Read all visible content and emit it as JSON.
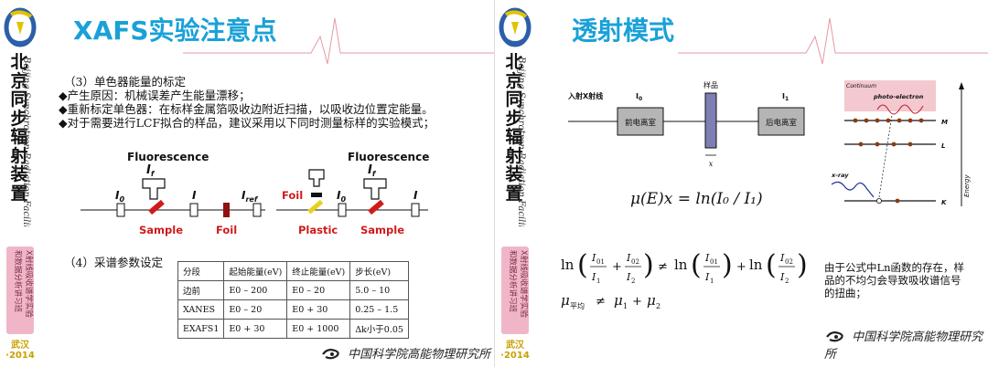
{
  "left": {
    "title": "XAFS实验注意点",
    "sidebar_chars": [
      "北",
      "京",
      "同",
      "步",
      "辐",
      "射",
      "装",
      "置"
    ],
    "sidebar_script": [
      "Beijing",
      "Synchrotron",
      "Radiation",
      "Facility"
    ],
    "pink_text": "X射线吸收谱学实验和数据分析讲习班",
    "wuhan": "武汉·2014",
    "section3_title": "（3）单色器能量的标定",
    "bullets": [
      "◆产生原因：机械误差产生能量漂移；",
      "◆重新标定单色器：在标样金属箔吸收边附近扫描，以吸收边位置定能量。",
      "◆对于需要进行LCF拟合的样品，建议采用以下同时测量标样的实验模式；"
    ],
    "diagram1": {
      "fluorescence": "Fluorescence",
      "If": "I",
      "If_sub": "f",
      "I0": "I",
      "I0_sub": "0",
      "I": "I",
      "Iref": "I",
      "Iref_sub": "ref",
      "sample": "Sample",
      "foil": "Foil"
    },
    "diagram2": {
      "foil": "Foil",
      "plastic": "Plastic",
      "fluorescence": "Fluorescence",
      "If": "I",
      "If_sub": "f",
      "I0": "I",
      "I0_sub": "0",
      "I": "I",
      "sample": "Sample"
    },
    "section4_title": "（4）采谱参数设定",
    "table": {
      "headers": [
        "分段",
        "起始能量(eV)",
        "终止能量(eV)",
        "步长(eV)"
      ],
      "rows": [
        [
          "边前",
          "E0 – 200",
          "E0 – 20",
          "5.0 – 10"
        ],
        [
          "XANES",
          "E0 – 20",
          "E0 + 30",
          "0.25 – 1.5"
        ],
        [
          "EXAFS1",
          "E0 + 30",
          "E0 + 1000",
          "Δk小于0.05"
        ]
      ]
    },
    "footer": "中国科学院高能物理研究所"
  },
  "right": {
    "title": "透射模式",
    "sidebar_chars": [
      "北",
      "京",
      "同",
      "步",
      "辐",
      "射",
      "装",
      "置"
    ],
    "pink_text": "X射线吸收谱学实验和数据分析讲习班",
    "wuhan": "武汉·2014",
    "beam_label": "入射X射线",
    "I0_label": "I",
    "I0_sub": "0",
    "front_chamber": "前电离室",
    "sample_label": "样品",
    "I1_label": "I",
    "I1_sub": "1",
    "back_chamber": "后电离室",
    "x_label": "x",
    "formula_main": "μ(E)x = ln(I₀ / I₁)",
    "energy": {
      "continuum": "Continuum",
      "photo_electron": "photo-electron",
      "M": "M",
      "L": "L",
      "K": "K",
      "xray": "x-ray",
      "energy": "Energy"
    },
    "ineq1": "≠",
    "ineq2": "≠",
    "mu_avg_sub": "平均",
    "note": "由于公式中Ln函数的存在，样品的不均匀会导致吸收谱信号的扭曲；",
    "footer": "中国科学院高能物理研究所"
  }
}
